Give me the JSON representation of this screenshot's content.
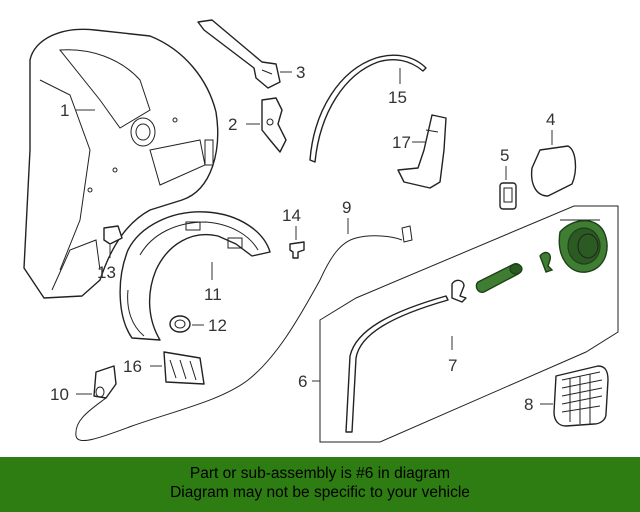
{
  "diagram": {
    "callouts": {
      "p1": "1",
      "p2": "2",
      "p3": "3",
      "p4": "4",
      "p5": "5",
      "p6": "6",
      "p7": "7",
      "p8": "8",
      "p9": "9",
      "p10": "10",
      "p11": "11",
      "p12": "12",
      "p13": "13",
      "p14": "14",
      "p15": "15",
      "p16": "16",
      "p17": "17"
    },
    "highlighted_parts": [
      "6"
    ],
    "highlight_color": "#3f7d33"
  },
  "footer": {
    "line1": "Part or sub-assembly is #6 in diagram",
    "line2": "Diagram may not be specific to your vehicle",
    "background": "#2e7d12"
  }
}
